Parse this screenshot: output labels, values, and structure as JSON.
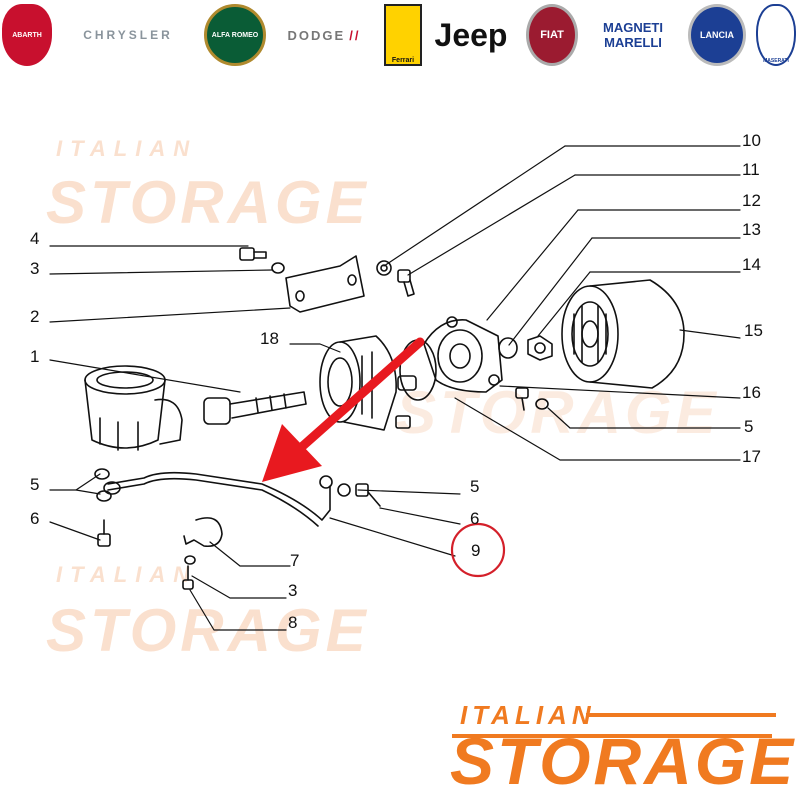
{
  "brands": [
    {
      "name": "ABARTH",
      "color": "#c8102e",
      "icon": "scorpion-shield-icon"
    },
    {
      "name": "CHRYSLER",
      "color": "#9aa4ad",
      "icon": "winged-badge-icon"
    },
    {
      "name": "ALFA ROMEO",
      "color": "#0a5c36",
      "icon": "alfa-roundel-icon"
    },
    {
      "name": "DODGE",
      "color": "#c8102e",
      "icon": "dodge-stripes-icon"
    },
    {
      "name": "Ferrari",
      "color": "#ffd200",
      "icon": "prancing-horse-icon"
    },
    {
      "name": "Jeep",
      "color": "#111111",
      "icon": "jeep-wordmark-icon"
    },
    {
      "name": "FIAT",
      "color": "#9b1b30",
      "icon": "fiat-badge-icon"
    },
    {
      "name": "MAGNETI MARELLI",
      "color": "#1c3f94",
      "icon": "marelli-wordmark-icon"
    },
    {
      "name": "LANCIA",
      "color": "#1c3f94",
      "icon": "lancia-shield-icon"
    },
    {
      "name": "MASERATI",
      "color": "#1c3f94",
      "icon": "trident-icon"
    }
  ],
  "watermark": {
    "small": "ITALIAN",
    "big": "STORAGE"
  },
  "brand": {
    "small": "ITALIAN",
    "big": "STORAGE",
    "color": "#f07a20"
  },
  "callouts": [
    {
      "id": "c10",
      "label": "10"
    },
    {
      "id": "c11",
      "label": "11"
    },
    {
      "id": "c12",
      "label": "12"
    },
    {
      "id": "c13",
      "label": "13"
    },
    {
      "id": "c14",
      "label": "14"
    },
    {
      "id": "c15",
      "label": "15"
    },
    {
      "id": "c16",
      "label": "16"
    },
    {
      "id": "c5r",
      "label": "5"
    },
    {
      "id": "c17",
      "label": "17"
    },
    {
      "id": "c4",
      "label": "4"
    },
    {
      "id": "c3",
      "label": "3"
    },
    {
      "id": "c2",
      "label": "2"
    },
    {
      "id": "c18",
      "label": "18"
    },
    {
      "id": "c1",
      "label": "1"
    },
    {
      "id": "c5l",
      "label": "5"
    },
    {
      "id": "c6l",
      "label": "6"
    },
    {
      "id": "c5m",
      "label": "5"
    },
    {
      "id": "c6m",
      "label": "6"
    },
    {
      "id": "c9",
      "label": "9"
    },
    {
      "id": "c7",
      "label": "7"
    },
    {
      "id": "c3b",
      "label": "3"
    },
    {
      "id": "c8",
      "label": "8"
    }
  ],
  "highlight": {
    "part": "9",
    "arrow_color": "#e8191f",
    "circle_color": "#d4202a"
  }
}
